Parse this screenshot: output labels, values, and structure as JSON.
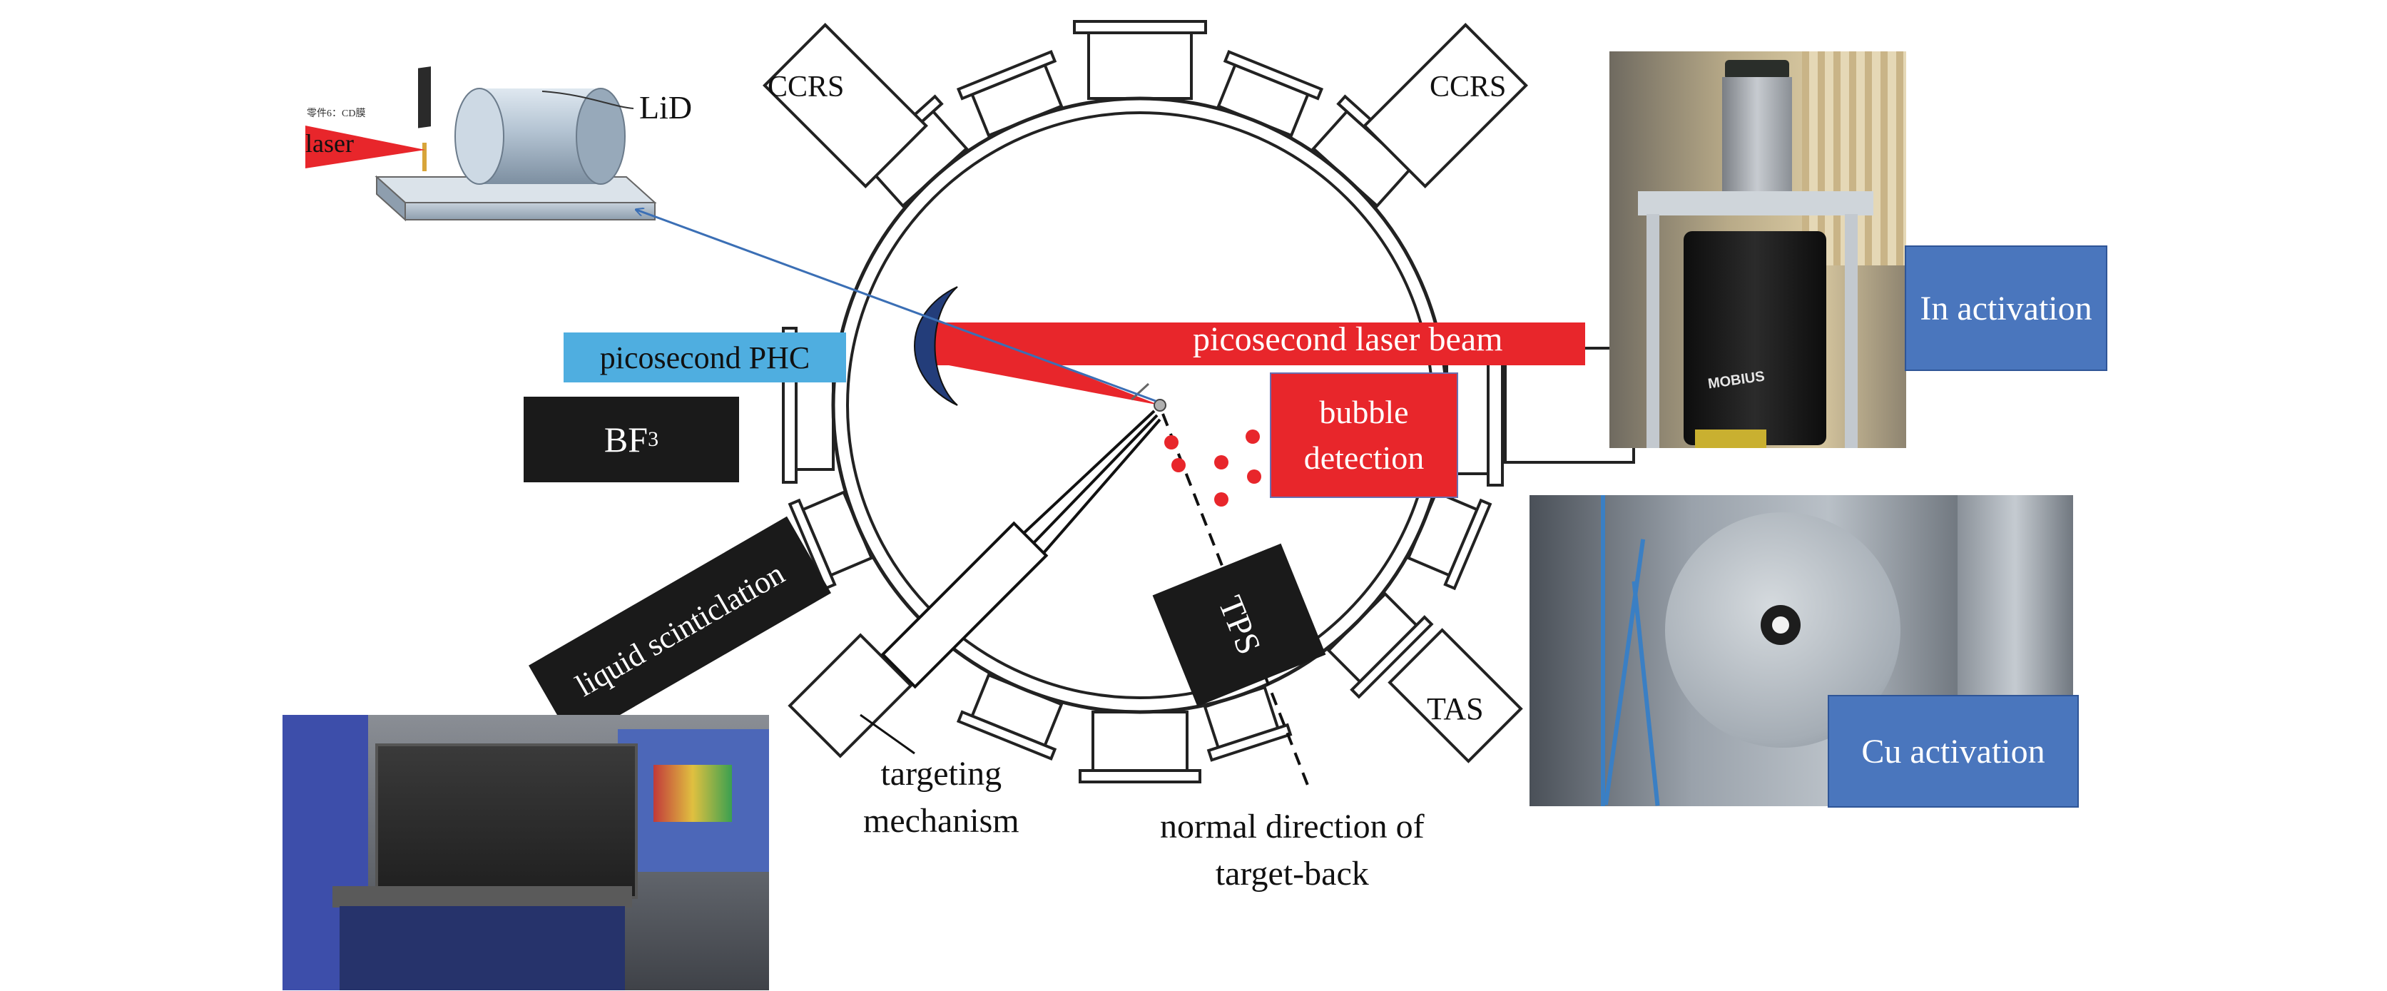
{
  "colors": {
    "laser_red": "#e8262b",
    "picosecond_blue": "#4faee0",
    "activation_blue": "#4a76bd",
    "detector_black": "#1a1a1a",
    "mirror_navy": "#233d7a",
    "arrow_blue": "#3b6fb5",
    "lid_gray": "#a8b8c8"
  },
  "labels": {
    "ccrs_left": "CCRS",
    "ccrs_right": "CCRS",
    "lid": "LiD",
    "laser": "laser",
    "target_holder_text": "零件6：CD膜",
    "picosecond_phc": "picosecond PHC",
    "bf3_main": "BF",
    "bf3_sub": "3",
    "laser_beam": "picosecond laser beam",
    "bubble_detection_line1": "bubble",
    "bubble_detection_line2": "detection",
    "tps": "TPS",
    "tas": "TAS",
    "liquid_scintillation": "liquid scinticlation",
    "targeting_mechanism_line1": "targeting",
    "targeting_mechanism_line2": "mechanism",
    "normal_direction_line1": "normal direction of",
    "normal_direction_line2": "target-back",
    "in_activation": "In activation",
    "cu_activation": "Cu activation",
    "mobius_brand": "MOBIUS"
  }
}
